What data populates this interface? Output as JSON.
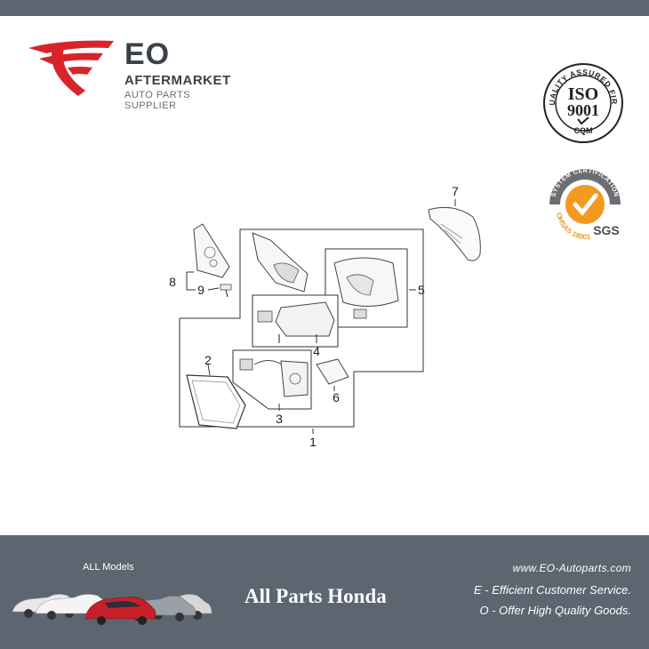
{
  "brand": {
    "name": "EO",
    "tagline": "AFTERMARKET",
    "subtitle": "AUTO PARTS SUPPLIER",
    "mark_color": "#d9232a"
  },
  "certifications": {
    "iso": {
      "ring_text": "QUALITY ASSURED FIRM",
      "line1": "ISO",
      "line2": "9001",
      "line3": "CQM"
    },
    "ohsas": {
      "ring_top": "SYSTEM CERTIFICATION",
      "ring_bottom": "OHSAS 18001",
      "mark": "SGS",
      "accent": "#f29a1f"
    }
  },
  "diagram": {
    "callouts": [
      "1",
      "2",
      "3",
      "4",
      "5",
      "6",
      "7",
      "8",
      "9"
    ]
  },
  "footer": {
    "models_label": "ALL Models",
    "title": "All Parts Honda",
    "url": "www.EO-Autoparts.com",
    "line1": "E - Efficient Customer Service.",
    "line2": "O - Offer High Quality Goods.",
    "band_color": "#5b6670"
  }
}
